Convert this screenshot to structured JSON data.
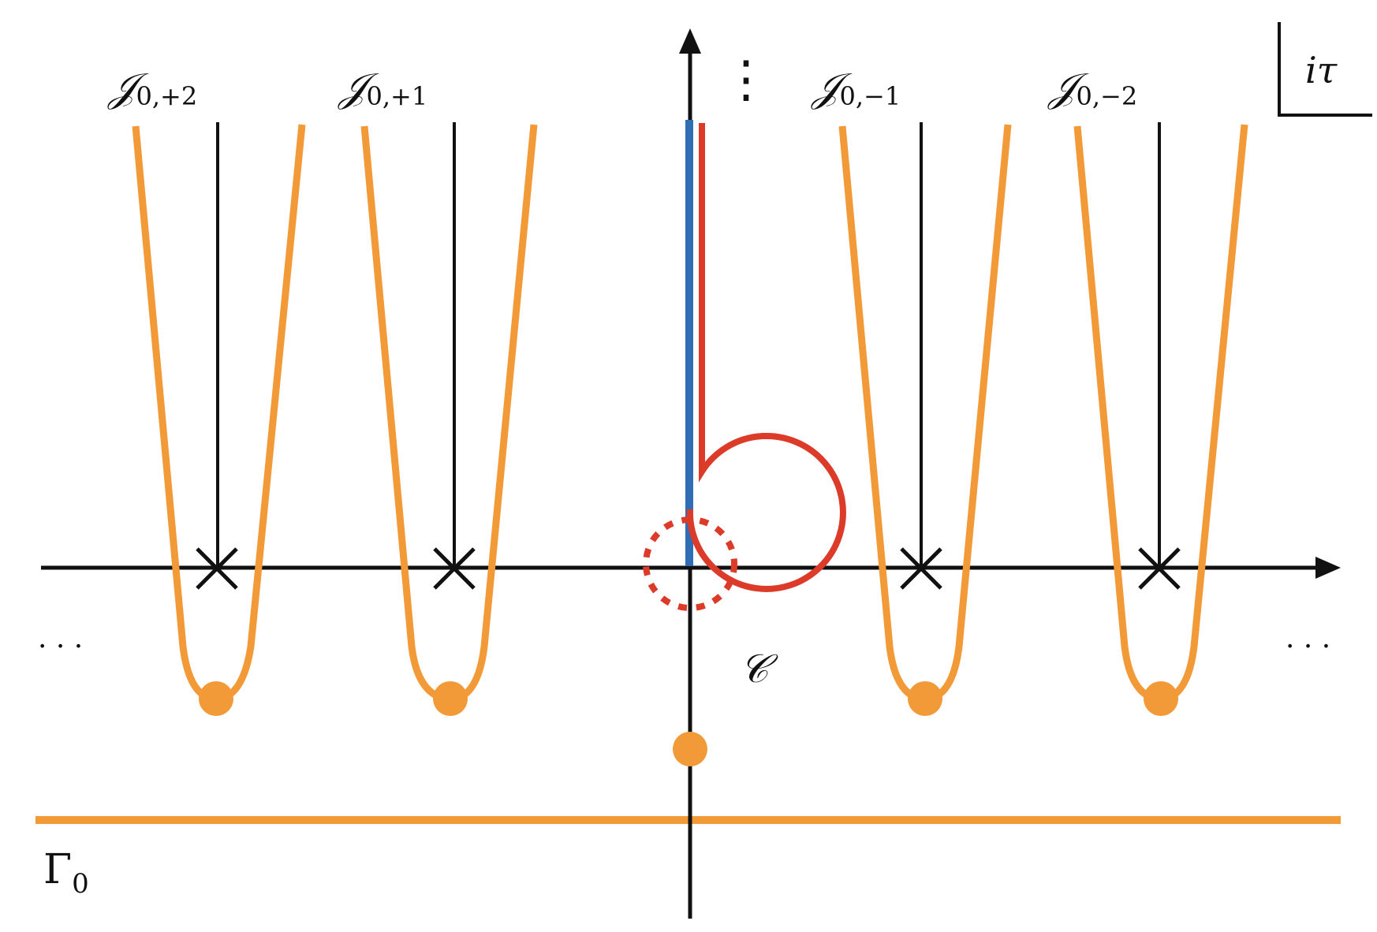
{
  "labels": {
    "corner_main": "iτ",
    "thimbles": [
      {
        "main": "𝒥",
        "sub": "0,+2"
      },
      {
        "main": "𝒥",
        "sub": "0,+1"
      },
      {
        "main": "𝒥",
        "sub": "0,−1"
      },
      {
        "main": "𝒥",
        "sub": "0,−2"
      }
    ],
    "contour_c": "𝒞",
    "gamma_main": "Γ",
    "gamma_sub": "0",
    "ellipsis_left": "· · ·",
    "ellipsis_right": "· · ·",
    "vdots": "⋮"
  },
  "colors": {
    "axis": "#111111",
    "thimble": "#f29a38",
    "blue_cut": "#2f6db5",
    "red_contour": "#dd3b29"
  }
}
